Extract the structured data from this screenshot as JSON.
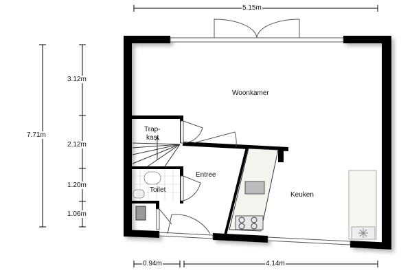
{
  "dimensions": {
    "top_width": "5.15m",
    "total_depth": "7.71m",
    "segments": [
      "3.12m",
      "2.12m",
      "1.20m",
      "1.06m"
    ],
    "bottom_left": "0.94m",
    "bottom_right": "4.14m"
  },
  "rooms": {
    "woonkamer": "Woonkamer",
    "trapkast_line1": "Trap-",
    "trapkast_line2": "kast",
    "entree": "Entree",
    "toilet": "Toilet",
    "keuken": "Keuken"
  },
  "colors": {
    "wall": "#000000",
    "counter": "#f4f4ee"
  }
}
